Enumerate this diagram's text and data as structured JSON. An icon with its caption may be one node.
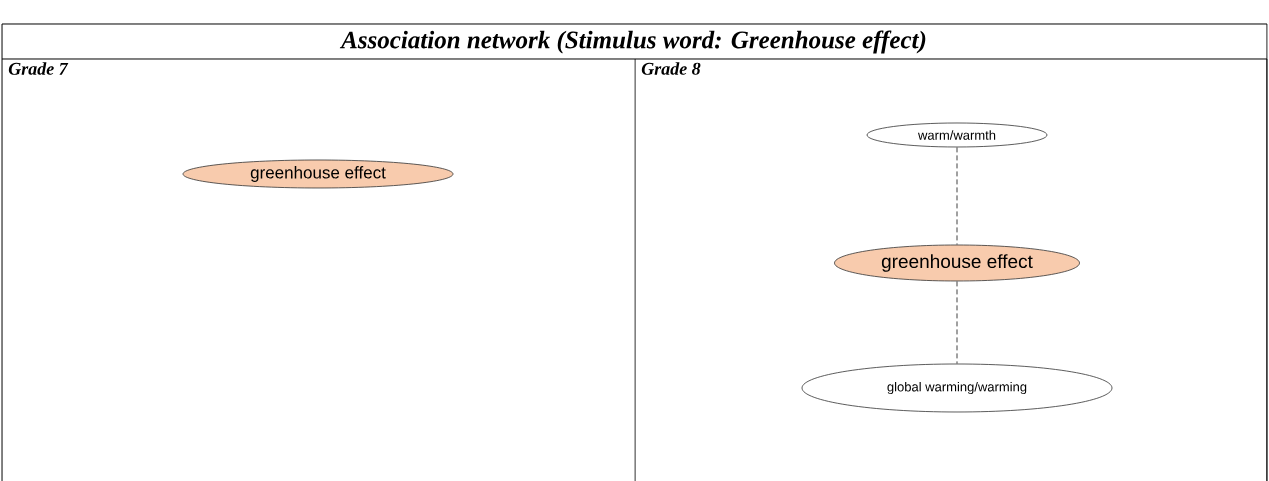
{
  "diagram": {
    "title": "Association network (Stimulus word: Greenhouse effect)",
    "nodes": [
      {
        "text": [
          "Grade 7"
        ]
      },
      {
        "text": [
          "Grade 8"
        ]
      },
      {
        "text": [
          "greenhouse effect"
        ],
        "in": 0
      },
      {
        "text": [
          "warm/warmth"
        ],
        "in": 1
      },
      {
        "text": [
          "greenhouse effect"
        ],
        "in": 1
      },
      {
        "text": [
          "global warming/warming"
        ],
        "in": 1
      }
    ],
    "edges": [
      {
        "from": 3,
        "to": 4,
        "arrow": "none",
        "style": "dashed"
      },
      {
        "from": 4,
        "to": 5,
        "arrow": "none",
        "style": "dashed"
      }
    ]
  }
}
